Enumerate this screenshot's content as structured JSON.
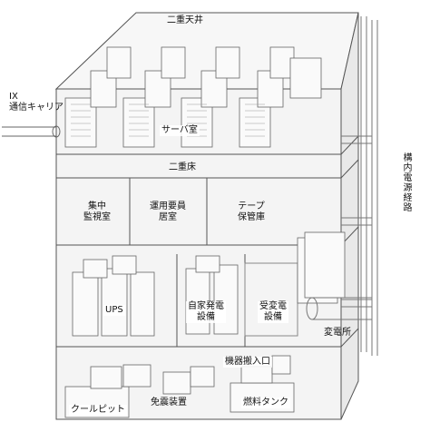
{
  "labels": {
    "double_ceiling": "二重天井",
    "ix_carrier": "IX\n通信キャリア",
    "server_room": "サーバ室",
    "double_floor": "二重床",
    "central_monitoring": "集中\n監視室",
    "operations_staff": "運用要員\n居室",
    "tape_storage": "テープ\n保管庫",
    "ups": "UPS",
    "private_power": "自家発電\n設備",
    "power_receiving": "受変電\n設備",
    "substation": "変電所",
    "equipment_entrance": "機器搬入口",
    "cool_pit": "クールピット",
    "seismic_isolation": "免震装置",
    "fuel_tank": "燃料タンク",
    "premises_power_route": "構内電源経路"
  }
}
